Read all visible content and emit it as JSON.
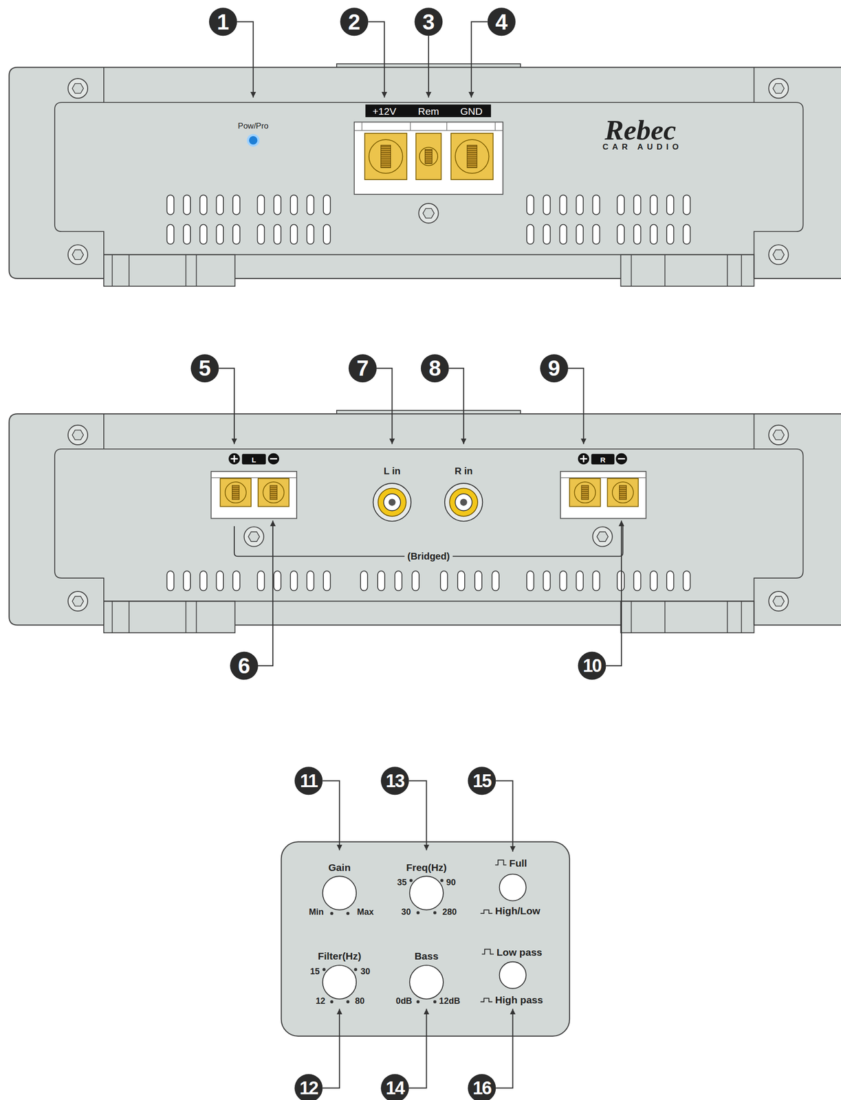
{
  "diagram": {
    "labels": [
      "1",
      "2",
      "3",
      "4",
      "Pow/Pro",
      "+12V",
      "Rem",
      "GND",
      "Rebec",
      "CAR AUDIO",
      "5",
      "7",
      "8",
      "9",
      "L",
      "L in",
      "R in",
      "R",
      "(Bridged)",
      "6",
      "10",
      "11",
      "13",
      "15",
      "Gain",
      "Freq(Hz)",
      "Full",
      "35",
      "90",
      "Min",
      "Max",
      "30",
      "280",
      "High/Low",
      "Filter(Hz)",
      "Bass",
      "Low pass",
      "15",
      "30",
      "12",
      "80",
      "0dB",
      "12dB",
      "High pass",
      "12",
      "14",
      "16"
    ]
  }
}
